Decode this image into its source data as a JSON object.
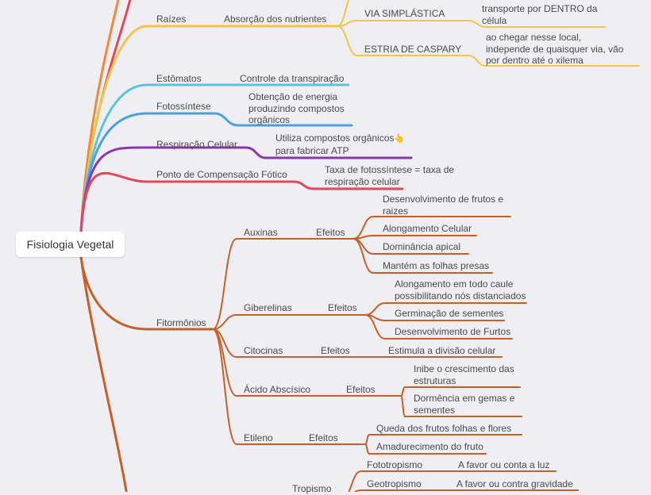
{
  "root": "Fisiologia Vegetal",
  "colors": {
    "yellow": "#f1c548",
    "cyan": "#5cc3d8",
    "blue": "#4aa0e2",
    "purple": "#8b35b3",
    "red": "#e2485c",
    "brown": "#c65f28",
    "orange": "#ef8a3c"
  },
  "raizes": {
    "label": "Raízes",
    "desc": "Absorção dos nutrientes",
    "via_simplastica": {
      "label": "VIA SIMPLÁSTICA",
      "desc": [
        "transporte por DENTRO da",
        "célula"
      ]
    },
    "estria": {
      "label": "ESTRIA DE CASPARY",
      "desc": [
        "ao chegar nesse local,",
        "independe de quaisquer via, vão",
        "por dentro até o xilema"
      ]
    }
  },
  "estomatos": {
    "label": "Estômatos",
    "desc": "Controle da transpiração"
  },
  "fotossintese": {
    "label": "Fotossíntese",
    "desc": [
      "Obtenção de energia",
      "produzindo compostos",
      "orgânicos"
    ]
  },
  "respiracao": {
    "label": "Respiração Celular",
    "desc": [
      "Utiliza compostos orgânicos",
      "para fabricar ATP"
    ],
    "emoji": "👆"
  },
  "ponto": {
    "label": "Ponto de Compensação Fótico",
    "desc": [
      "Taxa de fotossíntese = taxa de",
      "respiração celular"
    ]
  },
  "fitormonios": {
    "label": "Fitormônios",
    "efeitos": "Efeitos",
    "auxinas": {
      "label": "Auxinas",
      "items": [
        [
          "Desenvolvimento de frutos e",
          "raizes"
        ],
        "Alongamento Celular",
        "Dominância apical",
        "Mantém as folhas presas"
      ]
    },
    "giberelinas": {
      "label": "Giberelinas",
      "items": [
        [
          "Alongamento em todo caule",
          "possibilitando nós distanciados"
        ],
        "Germinação de sementes",
        "Desenvolvimento de Furtos"
      ]
    },
    "citocinas": {
      "label": "Citocinas",
      "items": [
        "Estimula a divisão celular"
      ]
    },
    "acido": {
      "label": "Ácido Abscísico",
      "items": [
        [
          "Inibe o crescimento das",
          "estruturas"
        ],
        [
          "Dormência em gemas e",
          "sementes"
        ]
      ]
    },
    "etileno": {
      "label": "Etileno",
      "items": [
        "Queda dos frutos folhas e flores",
        "Amadurecimento do fruto"
      ]
    }
  },
  "tropismo": {
    "label": "Tropismo",
    "items": [
      {
        "label": "Fototropismo",
        "desc": "A favor ou conta a luz"
      },
      {
        "label": "Geotropismo",
        "desc": "A favor ou contra gravidade"
      }
    ]
  }
}
